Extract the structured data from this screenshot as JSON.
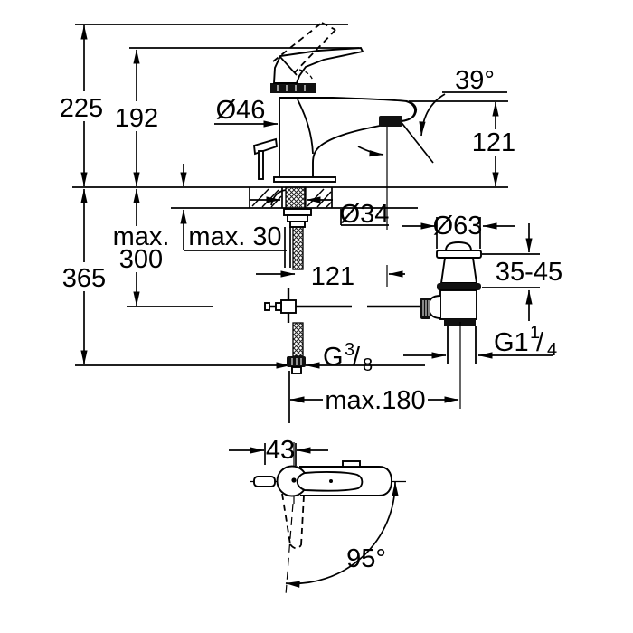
{
  "colors": {
    "ink": "#000000",
    "paper": "#ffffff"
  },
  "side_view": {
    "overall_height": "225",
    "lever_height": "192",
    "body_diameter": "Ø46",
    "spout_angle": "39°",
    "spout_height": "121",
    "hole_diameter": "Ø34",
    "deck_thickness": "max. 30",
    "below_deck_line1": "max.",
    "below_deck_line2": "300",
    "total_height_below": "365",
    "rod_offset": "121",
    "supply_thread": {
      "base": "G",
      "sup": "3",
      "slash": "/",
      "sub": "8"
    }
  },
  "drain": {
    "flange_diameter": "Ø63",
    "deck_range": "35-45",
    "waste_thread": {
      "base": "G1",
      "sup": "1",
      "slash": "/",
      "sub": "4"
    },
    "rod_reach": "max.180"
  },
  "top_view": {
    "body_width": "43",
    "swivel_angle": "95°"
  }
}
